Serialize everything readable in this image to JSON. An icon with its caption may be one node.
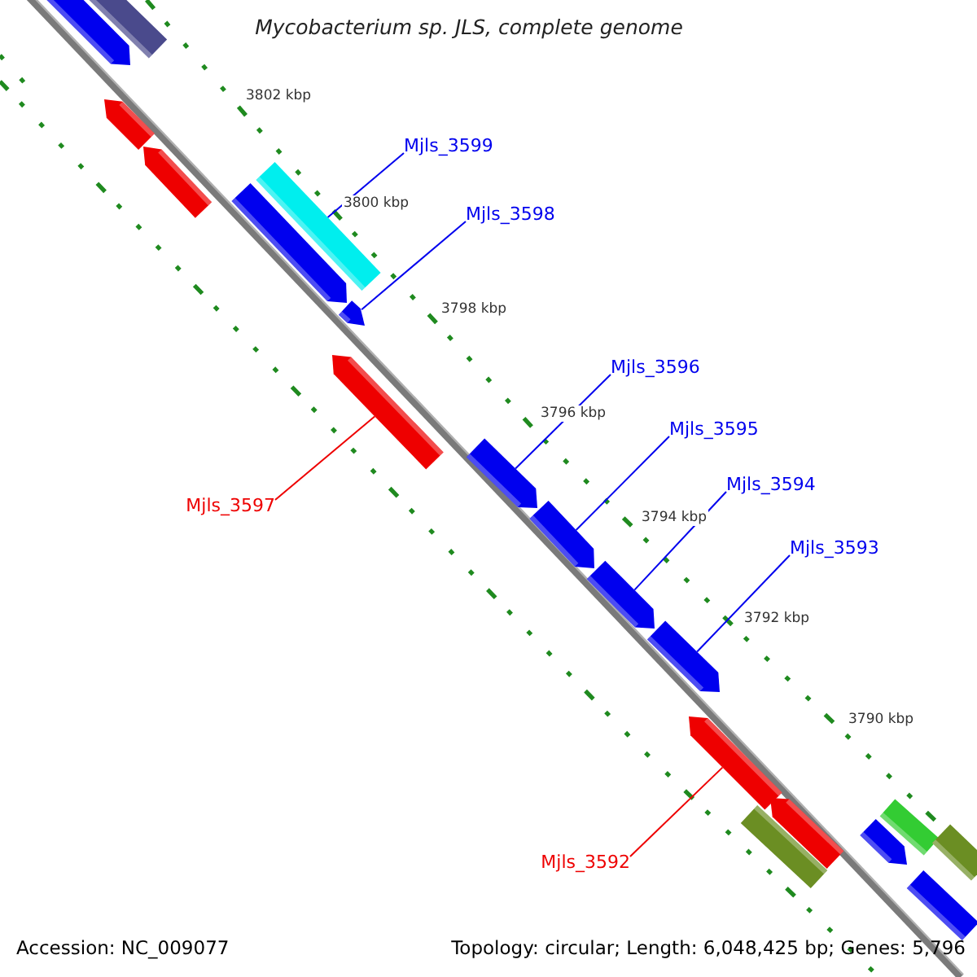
{
  "diagram": {
    "title": "Mycobacterium sp. JLS, complete genome",
    "nodes": [
      {
        "text": [
          "Mjls_3599"
        ]
      },
      {
        "text": [],
        "shape": "bar"
      },
      {
        "text": [
          "Mjls_3598"
        ]
      },
      {
        "text": [],
        "shape": "bar"
      },
      {
        "text": [
          "Mjls_3597"
        ]
      },
      {
        "text": [],
        "shape": "bar"
      },
      {
        "text": [
          "Mjls_3596"
        ]
      },
      {
        "text": [],
        "shape": "bar"
      },
      {
        "text": [
          "Mjls_3595"
        ]
      },
      {
        "text": [],
        "shape": "bar"
      },
      {
        "text": [
          "Mjls_3594"
        ]
      },
      {
        "text": [],
        "shape": "bar"
      },
      {
        "text": [
          "Mjls_3593"
        ]
      },
      {
        "text": [],
        "shape": "bar"
      },
      {
        "text": [
          "Mjls_3592"
        ]
      },
      {
        "text": [],
        "shape": "bar"
      },
      {
        "text": [],
        "shape": "bar"
      },
      {
        "text": [],
        "shape": "bar"
      },
      {
        "text": [],
        "shape": "bar"
      },
      {
        "text": [],
        "shape": "bar"
      },
      {
        "text": [],
        "shape": "bar"
      },
      {
        "text": [],
        "shape": "bar"
      },
      {
        "text": [],
        "shape": "bar"
      },
      {
        "text": [],
        "shape": "bar"
      },
      {
        "text": [],
        "shape": "bar"
      },
      {
        "text": [],
        "shape": "bar"
      },
      {
        "text": [],
        "shape": "bar"
      }
    ],
    "edges": [
      {
        "from": 0,
        "to": 1,
        "arrow": "none"
      },
      {
        "from": 2,
        "to": 3,
        "arrow": "none"
      },
      {
        "from": 4,
        "to": 5,
        "arrow": "none",
        "color": "#ee0000"
      },
      {
        "from": 6,
        "to": 7,
        "arrow": "none"
      },
      {
        "from": 8,
        "to": 9,
        "arrow": "none"
      },
      {
        "from": 10,
        "to": 11,
        "arrow": "none"
      },
      {
        "from": 12,
        "to": 13,
        "arrow": "none"
      },
      {
        "from": 14,
        "to": 15,
        "arrow": "none",
        "color": "#ee0000"
      }
    ],
    "labels": [
      "3802 kbp",
      "3800 kbp",
      "3798 kbp",
      "3796 kbp",
      "3794 kbp",
      "3792 kbp",
      "3790 kbp",
      "Accession: NC_009077",
      "Topology: circular; Length: 6,048,425 bp; Genes: 5,796"
    ]
  }
}
